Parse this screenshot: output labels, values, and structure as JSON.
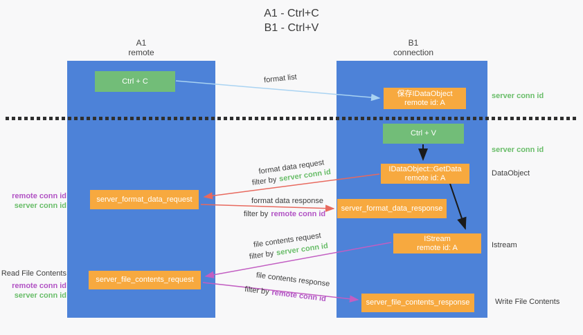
{
  "title": {
    "line1": "A1 - Ctrl+C",
    "line2": "B1 - Ctrl+V"
  },
  "lanes": {
    "a1": {
      "name": "A1",
      "subtitle": "remote"
    },
    "b1": {
      "name": "B1",
      "subtitle": "connection"
    }
  },
  "nodes": {
    "ctrl_c": {
      "label": "Ctrl + C"
    },
    "ctrl_v": {
      "label": "Ctrl + V"
    },
    "save_idataobject": {
      "line1": "保存IDataObject",
      "line2": "remote id: A"
    },
    "idataobject_getdata": {
      "line1": "IDataObject::GetData",
      "line2": "remote id: A"
    },
    "istream": {
      "line1": "IStream",
      "line2": "remote id: A"
    },
    "server_format_data_request": {
      "label": "server_format_data_request"
    },
    "server_format_data_response": {
      "label": "server_format_data_response"
    },
    "server_file_contents_request": {
      "label": "server_file_contents_request"
    },
    "server_file_contents_response": {
      "label": "server_file_contents_response"
    }
  },
  "arrows": {
    "format_list": {
      "label": "format list"
    },
    "format_data_request": {
      "label": "format data request",
      "filter_prefix": "filter by",
      "filter_key": "server conn id"
    },
    "format_data_response": {
      "label": "format data response",
      "filter_prefix": "filter by",
      "filter_key": "remote conn id"
    },
    "file_contents_request": {
      "label": "file contents request",
      "filter_prefix": "filter by",
      "filter_key": "server conn id"
    },
    "file_contents_response": {
      "label": "file contents response",
      "filter_prefix": "filter by",
      "filter_key": "remote conn id"
    }
  },
  "annotations": {
    "left": {
      "format_remote_conn_id": "remote conn id",
      "format_server_conn_id": "server conn id",
      "read_file_contents": "Read File Contents",
      "file_remote_conn_id": "remote conn id",
      "file_server_conn_id": "server conn id"
    },
    "right": {
      "server_conn_id_top": "server conn id",
      "server_conn_id_mid": "server conn id",
      "data_object": "DataObject",
      "istream": "Istream",
      "write_file_contents": "Write File Contents"
    }
  },
  "colors": {
    "lane_blue": "#4d82d8",
    "node_green": "#72bd78",
    "node_orange": "#f7a93f",
    "conn_id_green": "#69bd69",
    "conn_id_purple": "#b152c4",
    "request_red": "#e8695e",
    "file_purple": "#c25ec2",
    "format_list_blue": "#a9d3f2",
    "divider_black": "#2f2f2f"
  }
}
